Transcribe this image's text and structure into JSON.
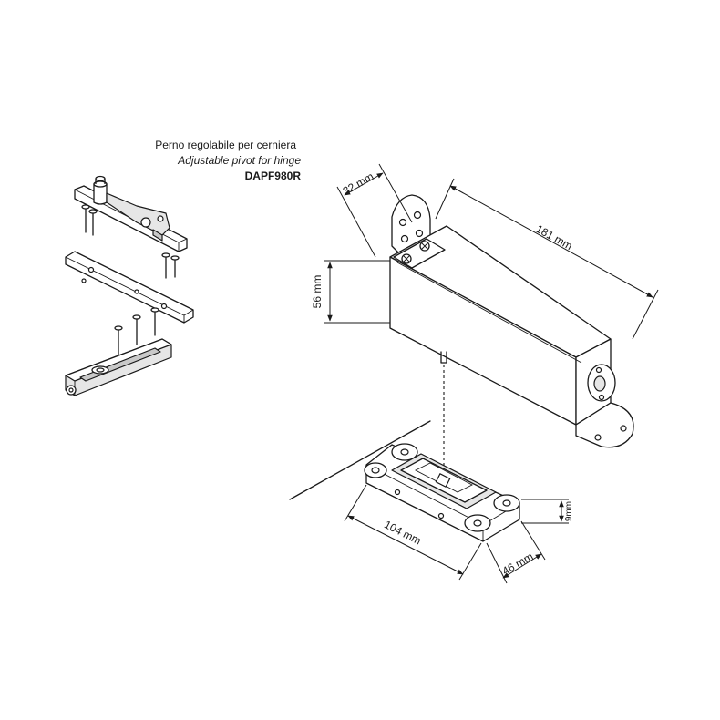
{
  "caption": {
    "line_it": "Perno regolabile per cerniera",
    "line_en": "Adjustable pivot for hinge",
    "model": "DAPF980R"
  },
  "dimensions": {
    "bracket_width": "32 mm",
    "body_length": "181 mm",
    "body_height": "56 mm",
    "plate_length": "104 mm",
    "plate_width": "46 mm",
    "plate_thickness": "9mm"
  }
}
